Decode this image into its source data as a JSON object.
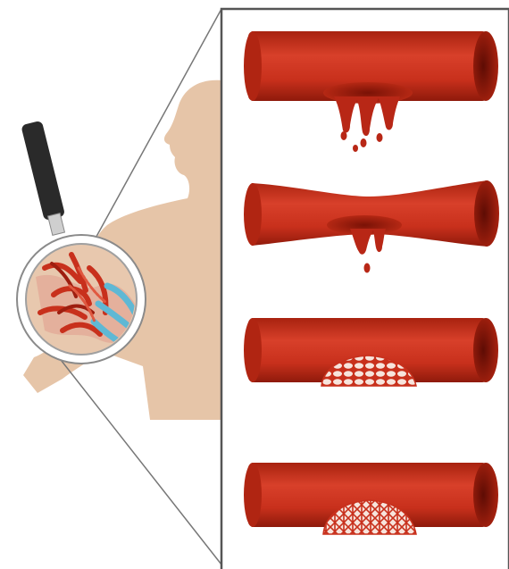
{
  "figure": {
    "subject": "blood-vessel-injury-and-clot-formation",
    "colors": {
      "background": "#ffffff",
      "skin": "#e6c5a8",
      "vessel": "#c8301c",
      "vessel_dark": "#9e1e10",
      "vessel_lumen": "#7c1408",
      "blood": "#b82716",
      "clot_cells": "#f7e4dc",
      "vein_blue": "#5fb8d4",
      "magnifier_handle": "#2a2a2a",
      "panel_border": "#555555",
      "pointer_lines": "#777777"
    },
    "panels": [
      {
        "stage": "vessel-injury-bleeding"
      },
      {
        "stage": "vasoconstriction"
      },
      {
        "stage": "platelet-plug"
      },
      {
        "stage": "fibrin-clot"
      }
    ]
  }
}
